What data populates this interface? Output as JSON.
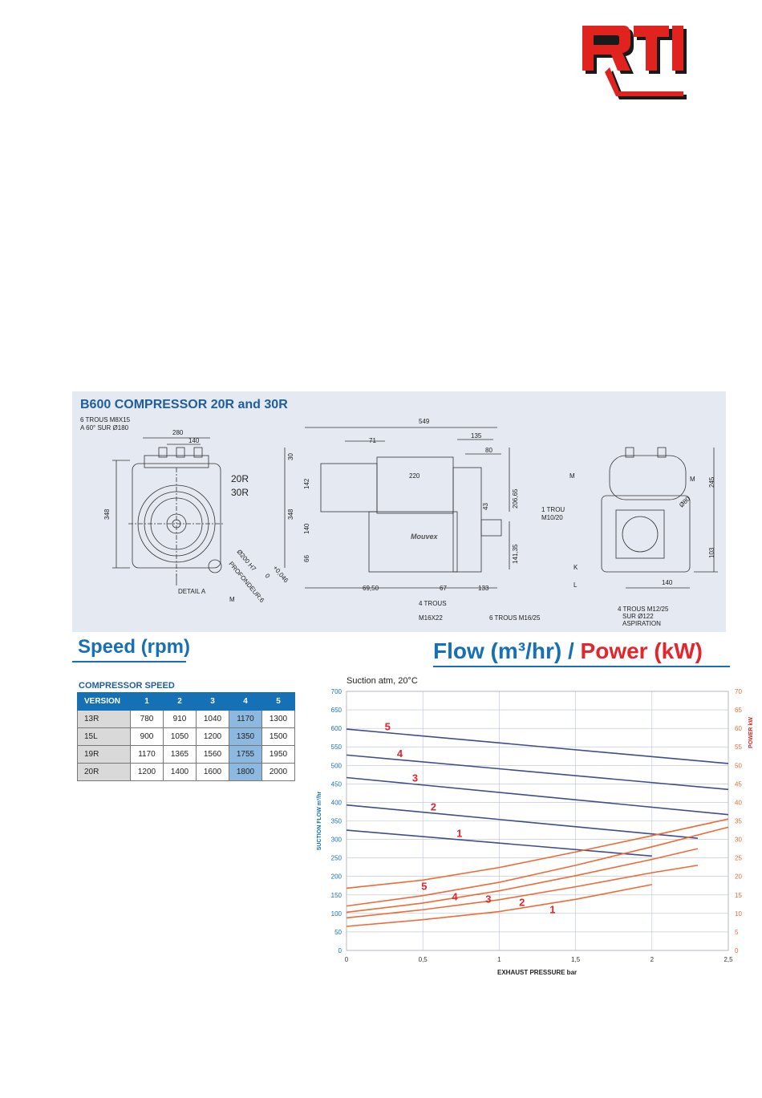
{
  "brand": {
    "logo_text": "RTI"
  },
  "drawing": {
    "title": "B600 COMPRESSOR 20R and 30R",
    "annotations": {
      "holes_top_1": "6 TROUS M8X15",
      "holes_top_2": "A 60° SUR Ø180",
      "dim_280": "280",
      "dim_140a": "140",
      "dim_348a": "348",
      "model_20r": "20R",
      "model_30r": "30R",
      "bore_1": "Ø200 H7",
      "bore_2": "+0,046",
      "bore_3": "0",
      "bore_4": "PROFONDEUR:6",
      "detail_a": "DETAIL A",
      "m_a": "M",
      "dim_549": "549",
      "dim_71": "71",
      "dim_135": "135",
      "dim_80": "80",
      "dim_220": "220",
      "dim_30": "30",
      "dim_142": "142",
      "dim_348b": "348",
      "dim_140b": "140",
      "dim_66": "66",
      "dim_43": "43",
      "dim_20665": "206,65",
      "dim_14135": "141,35",
      "trou_1": "1 TROU",
      "trou_2": "M10/20",
      "dim_6950": "69,50",
      "dim_67": "67",
      "dim_133": "133",
      "trous4_1": "4 TROUS",
      "trous4_2": "M16X22",
      "trous6": "6 TROUS M16/25",
      "brand_plate": "Mouvex",
      "m_b": "M",
      "m_c": "M",
      "dim_o80": "Ø80",
      "dim_245": "245",
      "dim_103": "103",
      "k": "K",
      "l": "L",
      "dim_140c": "140",
      "asp_1": "4 TROUS M12/25",
      "asp_2": "SUR Ø122",
      "asp_3": "ASPIRATION"
    }
  },
  "speed_section": {
    "heading": "Speed (rpm)",
    "table_title": "COMPRESSOR SPEED",
    "columns": [
      "VERSION",
      "1",
      "2",
      "3",
      "4",
      "5"
    ],
    "rows": [
      [
        "13R",
        "780",
        "910",
        "1040",
        "1170",
        "1300"
      ],
      [
        "15L",
        "900",
        "1050",
        "1200",
        "1350",
        "1500"
      ],
      [
        "19R",
        "1170",
        "1365",
        "1560",
        "1755",
        "1950"
      ],
      [
        "20R",
        "1200",
        "1400",
        "1600",
        "1800",
        "2000"
      ]
    ],
    "highlight_color": "#8db8df"
  },
  "flow_section": {
    "heading_flow": "Flow (m³/hr) /",
    "heading_power": "Power (kW)",
    "colors": {
      "flow": "#3f4d8c",
      "power": "#ef6a35",
      "label": "#e3262b",
      "blue": "#1670b5"
    }
  },
  "chart_data": {
    "type": "line",
    "title": "Suction atm, 20°C",
    "xlabel": "EXHAUST PRESSURE bar",
    "ylabel": "SUCTION FLOW m³/hr",
    "y2label": "POWER kW",
    "xlim": [
      0,
      2.5
    ],
    "ylim": [
      0,
      700
    ],
    "y2lim": [
      0,
      70
    ],
    "x_ticks": [
      0,
      0.5,
      1,
      1.5,
      2,
      2.5
    ],
    "x_tick_labels": [
      "0",
      "0,5",
      "1",
      "1,5",
      "2",
      "2,5"
    ],
    "y_ticks": [
      0,
      50,
      100,
      150,
      200,
      250,
      300,
      350,
      400,
      450,
      500,
      550,
      600,
      650,
      700
    ],
    "y2_ticks": [
      0,
      5,
      10,
      15,
      20,
      25,
      30,
      35,
      40,
      45,
      50,
      55,
      60,
      65,
      70
    ],
    "grid": true,
    "flow_series": [
      {
        "name": "1",
        "x": [
          0,
          2.0
        ],
        "values": [
          325,
          255
        ]
      },
      {
        "name": "2",
        "x": [
          0,
          2.3
        ],
        "values": [
          393,
          303
        ]
      },
      {
        "name": "3",
        "x": [
          0,
          2.5
        ],
        "values": [
          467,
          367
        ]
      },
      {
        "name": "4",
        "x": [
          0,
          2.5
        ],
        "values": [
          528,
          435
        ]
      },
      {
        "name": "5",
        "x": [
          0,
          2.5
        ],
        "values": [
          598,
          505
        ]
      }
    ],
    "power_series": [
      {
        "name": "1",
        "x": [
          0,
          0.5,
          1.0,
          1.5,
          2.0
        ],
        "values": [
          6.5,
          8.3,
          10.5,
          13.8,
          17.8
        ]
      },
      {
        "name": "2",
        "x": [
          0,
          0.5,
          1.0,
          1.5,
          2.0,
          2.3
        ],
        "values": [
          8.8,
          11.0,
          13.7,
          17.2,
          21.0,
          23.0
        ]
      },
      {
        "name": "3",
        "x": [
          0,
          0.5,
          1.0,
          1.5,
          2.0,
          2.3
        ],
        "values": [
          10.3,
          12.8,
          16.1,
          20.2,
          24.6,
          27.5
        ]
      },
      {
        "name": "4",
        "x": [
          0,
          0.5,
          1.0,
          1.5,
          2.0,
          2.5
        ],
        "values": [
          12.0,
          14.8,
          18.4,
          23.0,
          28.0,
          33.3
        ]
      },
      {
        "name": "5",
        "x": [
          0,
          0.5,
          1.0,
          1.5,
          2.0,
          2.5
        ],
        "values": [
          16.8,
          19.0,
          22.4,
          26.6,
          31.0,
          35.5
        ]
      }
    ],
    "flow_label_x": [
      0.72,
      0.55,
      0.43,
      0.33,
      0.25
    ],
    "power_label_x": [
      1.33,
      1.13,
      0.91,
      0.69,
      0.49
    ]
  }
}
